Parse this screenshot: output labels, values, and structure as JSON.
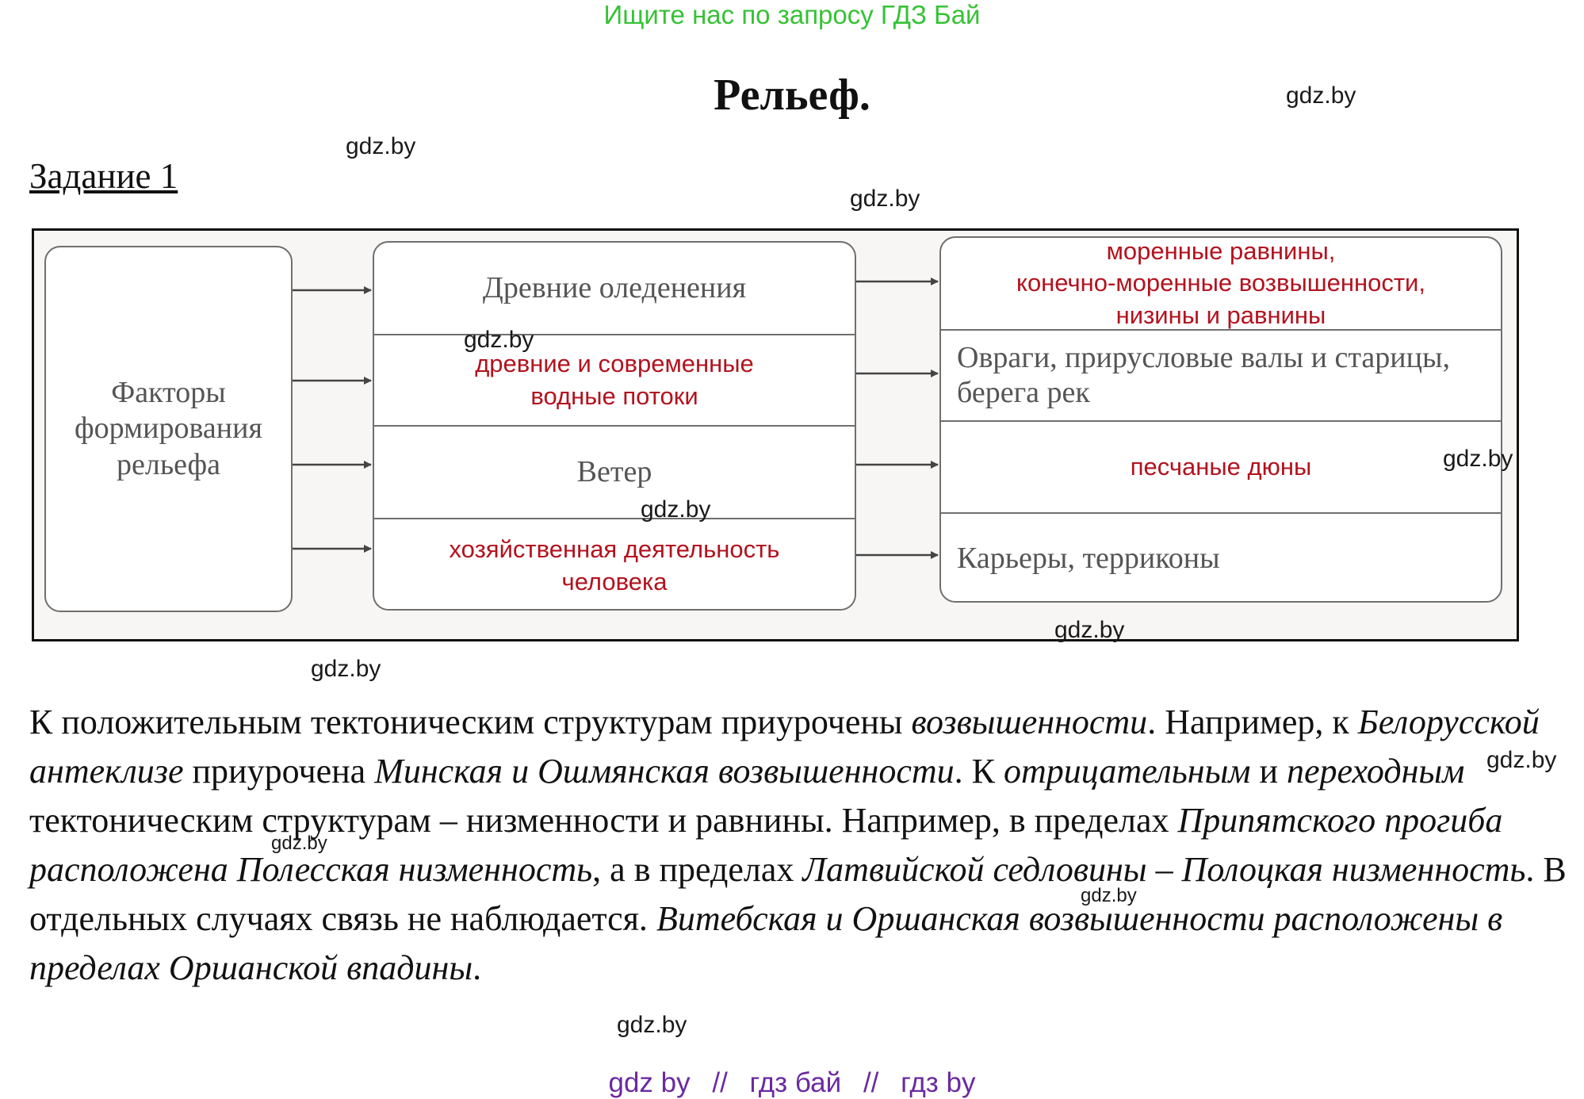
{
  "banner": "Ищите нас по запросу ГДЗ Бай",
  "title": "Рельеф.",
  "task_heading": "Задание 1",
  "watermark": "gdz.by",
  "diagram": {
    "factors_label": "Факторы\nформирования\nрельефа",
    "factors": [
      {
        "text": "Древние оледенения",
        "style": "print"
      },
      {
        "text": "древние и современные\nводные потоки",
        "style": "answer"
      },
      {
        "text": "Ветер",
        "style": "print"
      },
      {
        "text": "хозяйственная деятельность\nчеловека",
        "style": "answer"
      }
    ],
    "landforms": [
      {
        "text": "моренные равнины,\nконечно-моренные возвышенности,\nнизины и равнины",
        "style": "answer"
      },
      {
        "text": "Овраги, прирусловые валы и старицы, берега рек",
        "style": "print"
      },
      {
        "text": "песчаные дюны",
        "style": "answer"
      },
      {
        "text": "Карьеры, терриконы",
        "style": "print"
      }
    ]
  },
  "body": {
    "s1": "К положительным тектоническим структурам приурочены ",
    "s2": "возвышенности",
    "s3": ". Например, к ",
    "s4": "Белорусской антеклизе",
    "s5": " приурочена ",
    "s6": "Минская и Ошмянская возвышенности",
    "s7": ". К ",
    "s8": "отрицательным",
    "s9": " и ",
    "s10": "переходным",
    "s11": " тектоническим структурам – низменности и равнины. Например, в пределах ",
    "s12": "Припятского прогиба расположена Полесская низменность",
    "s13": ", а в пределах ",
    "s14": "Латвийской седловины – Полоцкая низменность",
    "s15": ". В отдельных случаях связь не наблюдается. ",
    "s16": "Витебская и Оршанская возвышенности расположены в пределах Оршанской впадины",
    "s17": "."
  },
  "footer": {
    "link1": "gdz by",
    "sep": "//",
    "link2": "гдз бай",
    "link3": "гдз by"
  },
  "colors": {
    "banner": "#36c236",
    "answer": "#b3121e",
    "footer": "#6a2aa0"
  }
}
